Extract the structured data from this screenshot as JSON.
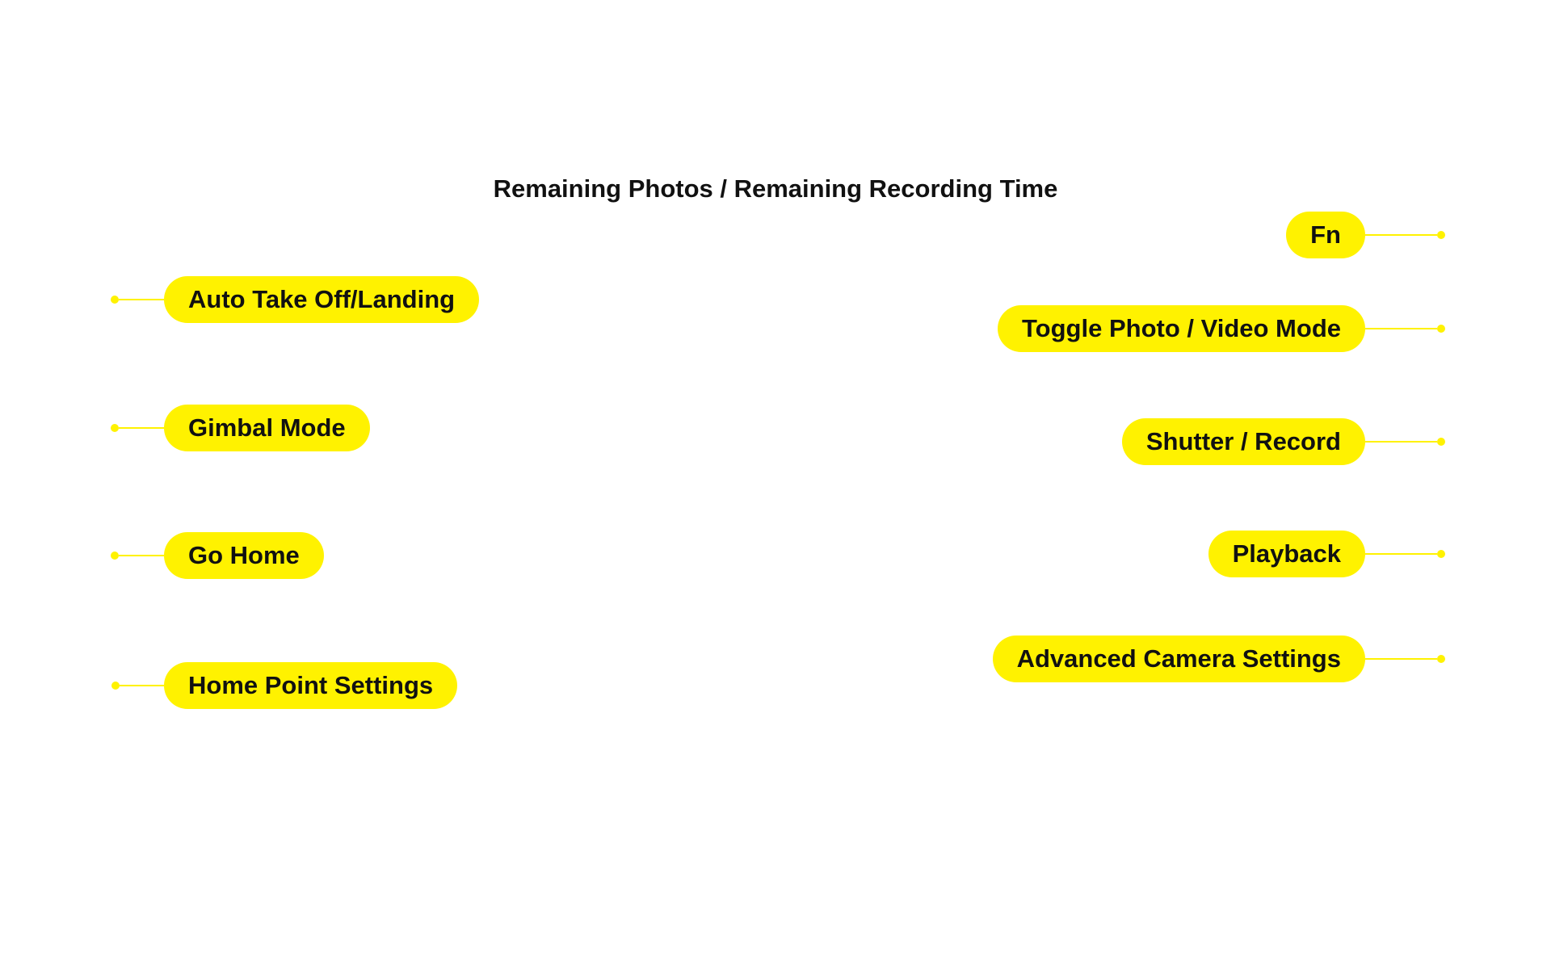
{
  "colors": {
    "accent": "#FFF200",
    "text": "#111111",
    "background": "#FFFFFF"
  },
  "header": {
    "top_label": "Remaining Photos / Remaining Recording Time"
  },
  "left_callouts": [
    {
      "label": "Auto Take Off/Landing"
    },
    {
      "label": "Gimbal Mode"
    },
    {
      "label": "Go Home"
    },
    {
      "label": "Home Point Settings"
    }
  ],
  "right_callouts": [
    {
      "label": "Fn"
    },
    {
      "label": "Toggle Photo / Video Mode"
    },
    {
      "label": "Shutter / Record"
    },
    {
      "label": "Playback"
    },
    {
      "label": "Advanced Camera Settings"
    }
  ]
}
